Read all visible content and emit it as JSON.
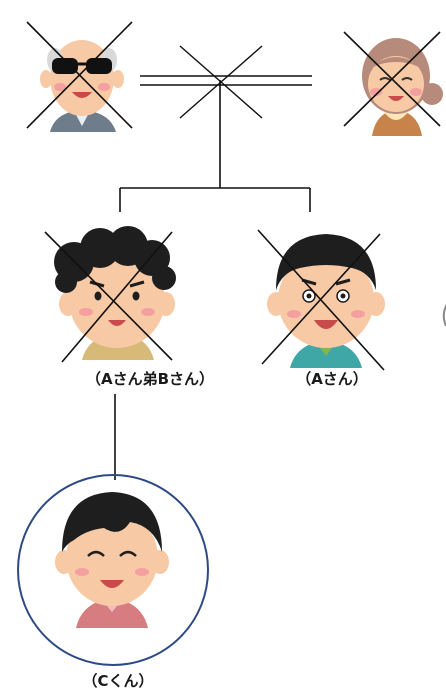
{
  "people": {
    "grandfather": {
      "deceased": true
    },
    "grandmother": {
      "deceased": true
    },
    "b_san": {
      "label": "（Aさん弟Bさん）",
      "deceased": true
    },
    "a_san": {
      "label": "（Aさん）",
      "deceased": true
    },
    "c_kun": {
      "label": "（Cくん）",
      "deceased": false,
      "highlighted": true
    }
  },
  "colors": {
    "line": "#111111",
    "circle": "#2e4a86",
    "skin": "#f7c9a5",
    "cheek": "#f4a0a0",
    "hair_black": "#1e1e1e",
    "grandma_hair": "#b78b7c",
    "shirt_green": "#88b54b",
    "shirt_teal": "#3fa8a6",
    "shirt_pink": "#d77c80",
    "suit_gray": "#6e7c8c"
  }
}
